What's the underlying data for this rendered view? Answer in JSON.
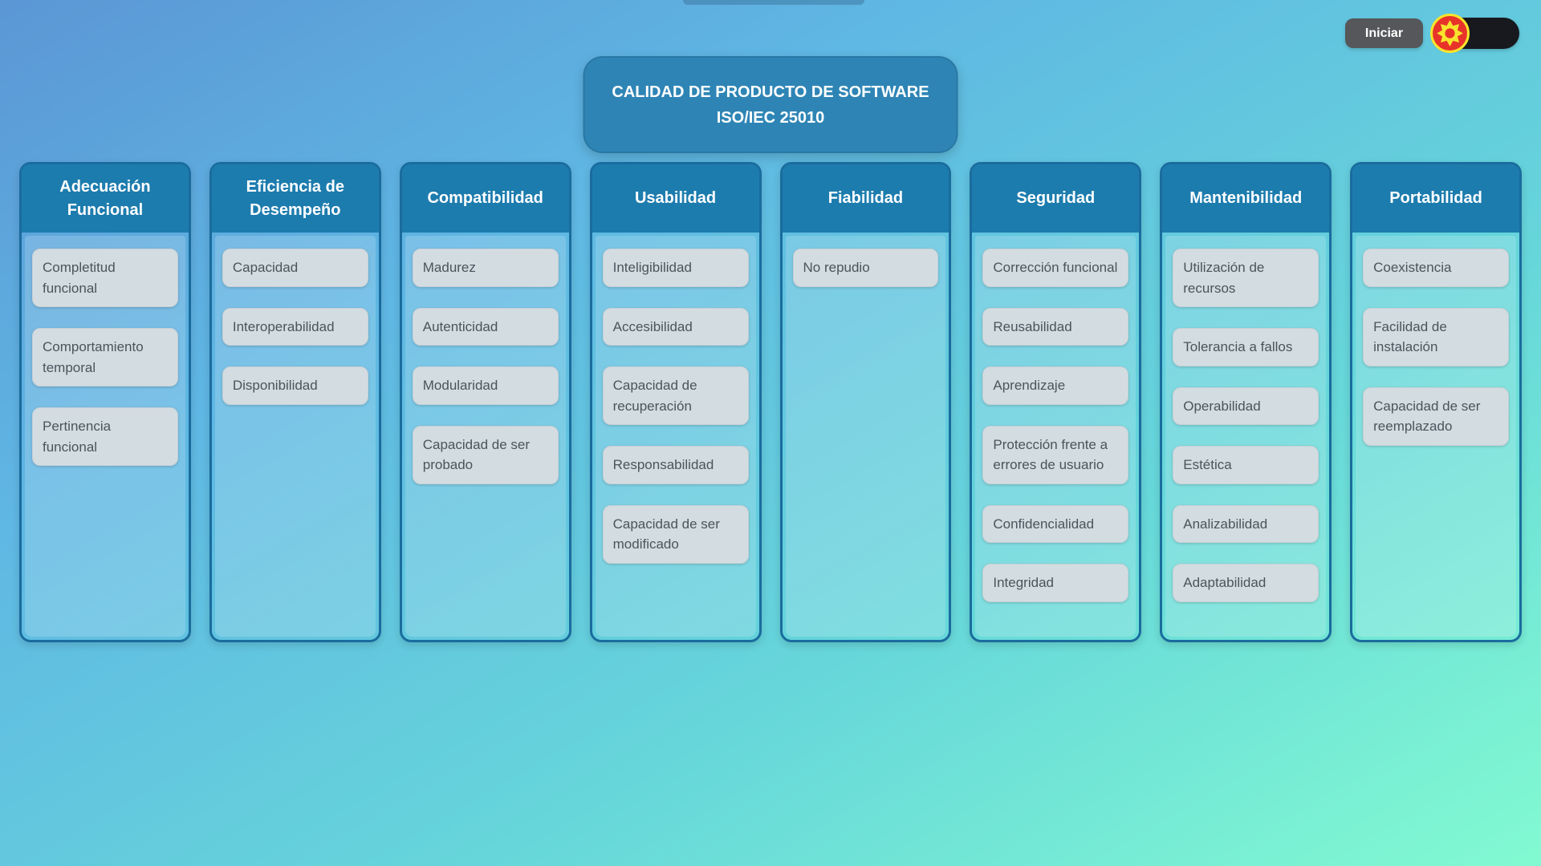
{
  "header_controls": {
    "start_button_label": "Iniciar",
    "theme_toggle": {
      "icon": "sun-icon",
      "state": "light",
      "knob_position": "left"
    }
  },
  "title_card": {
    "line1": "CALIDAD DE PRODUCTO DE SOFTWARE",
    "line2": "ISO/IEC 25010"
  },
  "columns": [
    {
      "id": "adecuacion-funcional",
      "title": "Adecuación Funcional",
      "items": [
        "Completitud funcional",
        "Comportamiento temporal",
        "Pertinencia funcional"
      ]
    },
    {
      "id": "eficiencia-de-desempeno",
      "title": "Eficiencia de Desempeño",
      "items": [
        "Capacidad",
        "Interoperabilidad",
        "Disponibilidad"
      ]
    },
    {
      "id": "compatibilidad",
      "title": "Compatibilidad",
      "items": [
        "Madurez",
        "Autenticidad",
        "Modularidad",
        "Capacidad de ser probado"
      ]
    },
    {
      "id": "usabilidad",
      "title": "Usabilidad",
      "items": [
        "Inteligibilidad",
        "Accesibilidad",
        "Capacidad de recuperación",
        "Responsabilidad",
        "Capacidad de ser modificado"
      ]
    },
    {
      "id": "fiabilidad",
      "title": "Fiabilidad",
      "items": [
        "No repudio"
      ]
    },
    {
      "id": "seguridad",
      "title": "Seguridad",
      "items": [
        "Corrección funcional",
        "Reusabilidad",
        "Aprendizaje",
        "Protección frente a errores de usuario",
        "Confidencialidad",
        "Integridad"
      ]
    },
    {
      "id": "mantenibilidad",
      "title": "Mantenibilidad",
      "items": [
        "Utilización de recursos",
        "Tolerancia a fallos",
        "Operabilidad",
        "Estética",
        "Analizabilidad",
        "Adaptabilidad"
      ]
    },
    {
      "id": "portabilidad",
      "title": "Portabilidad",
      "items": [
        "Coexistencia",
        "Facilidad de instalación",
        "Capacidad de ser reemplazado"
      ]
    }
  ],
  "colors": {
    "background_top": "#5b96d5",
    "background_bottom": "#82fad1",
    "title_card": "#2e85b5",
    "column_header": "#1d7cae",
    "column_border": "#1a6c9e",
    "column_body_overlay": "rgba(255,255,255,0.17)",
    "item_chip": "#d3dce1",
    "item_text": "#4b545c",
    "start_button": "#55575a",
    "toggle_track": "#17191e",
    "sun_red": "#e8332a",
    "sun_yellow": "#f7e42c"
  }
}
